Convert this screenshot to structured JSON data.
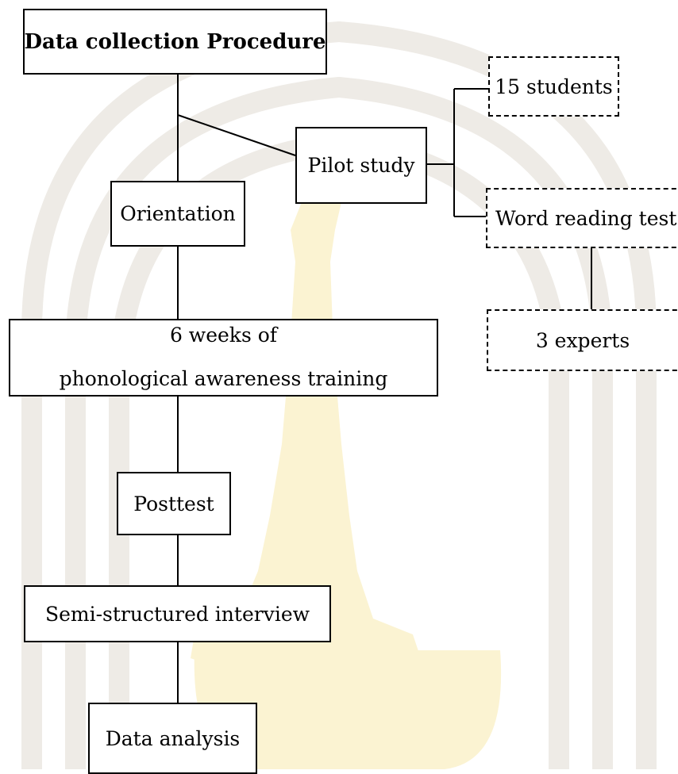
{
  "diagram": {
    "title": "Data collection Procedure",
    "nodes": {
      "orientation": "Orientation",
      "pilot_study": "Pilot study",
      "training_line1": "6 weeks of",
      "training_line2": "phonological awareness training",
      "posttest": "Posttest",
      "interview": "Semi-structured interview",
      "analysis": "Data analysis",
      "students": "15 students",
      "word_test": "Word reading test",
      "experts": "3 experts"
    }
  },
  "colors": {
    "line": "#000000",
    "box_border": "#000000",
    "watermark_pale": "#eae7e2",
    "watermark_gold": "#fbf2cf"
  }
}
